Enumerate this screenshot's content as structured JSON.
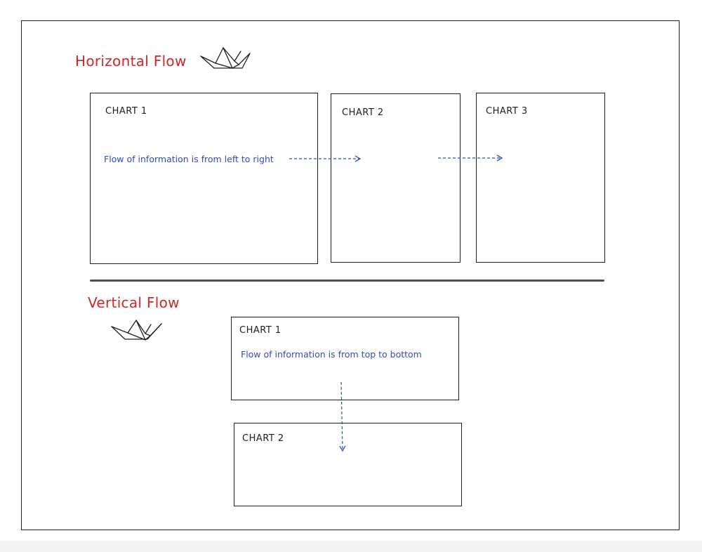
{
  "horizontal": {
    "title": "Horizontal Flow",
    "charts": [
      {
        "label": "CHART 1"
      },
      {
        "label": "CHART 2"
      },
      {
        "label": "CHART 3"
      }
    ],
    "note": "Flow of information is from left to right"
  },
  "vertical": {
    "title": "Vertical Flow",
    "charts": [
      {
        "label": "CHART 1"
      },
      {
        "label": "CHART 2"
      }
    ],
    "note": "Flow of information is from top to bottom"
  },
  "colors": {
    "title": "#c92a2a",
    "note": "#2f4fb8",
    "stroke": "#1e1e1e"
  },
  "icons": [
    "paper-boat-icon",
    "paper-boat-icon"
  ]
}
